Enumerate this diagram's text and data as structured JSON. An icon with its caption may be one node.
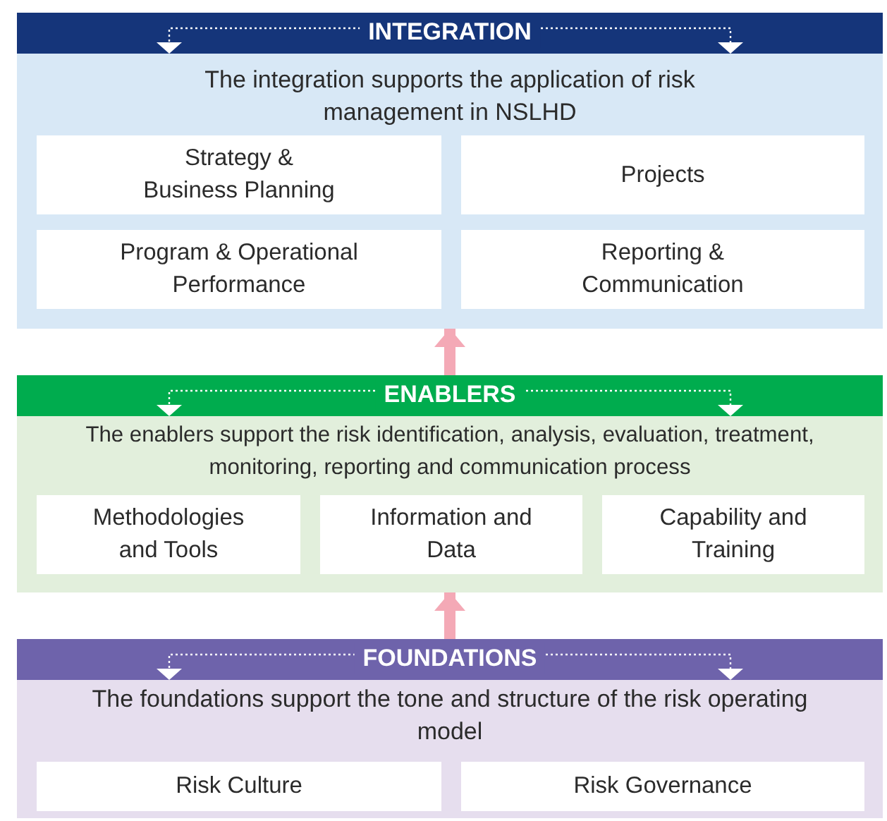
{
  "diagram": {
    "nodes": [
      {
        "text": [
          "INTEGRATION",
          "The integration supports the application of risk management in NSLHD"
        ]
      },
      {
        "text": [
          "Strategy & Business Planning"
        ],
        "in": 0
      },
      {
        "text": [
          "Projects"
        ],
        "in": 0
      },
      {
        "text": [
          "Program & Operational Performance"
        ],
        "in": 0
      },
      {
        "text": [
          "Reporting & Communication"
        ],
        "in": 0
      },
      {
        "text": [
          "ENABLERS",
          "The enablers support the risk identification, analysis, evaluation, treatment, monitoring, reporting and communication process"
        ]
      },
      {
        "text": [
          "Methodologies and Tools"
        ],
        "in": 5
      },
      {
        "text": [
          "Information and Data"
        ],
        "in": 5
      },
      {
        "text": [
          "Capability and Training"
        ],
        "in": 5
      },
      {
        "text": [
          "FOUNDATIONS",
          "The foundations support the tone and structure of the risk operating model"
        ]
      },
      {
        "text": [
          "Risk Culture"
        ],
        "in": 9
      },
      {
        "text": [
          "Risk Governance"
        ],
        "in": 9
      }
    ],
    "edges": [
      {
        "from": 5,
        "to": 0,
        "arrow": "to"
      },
      {
        "from": 9,
        "to": 5,
        "arrow": "to"
      }
    ]
  }
}
